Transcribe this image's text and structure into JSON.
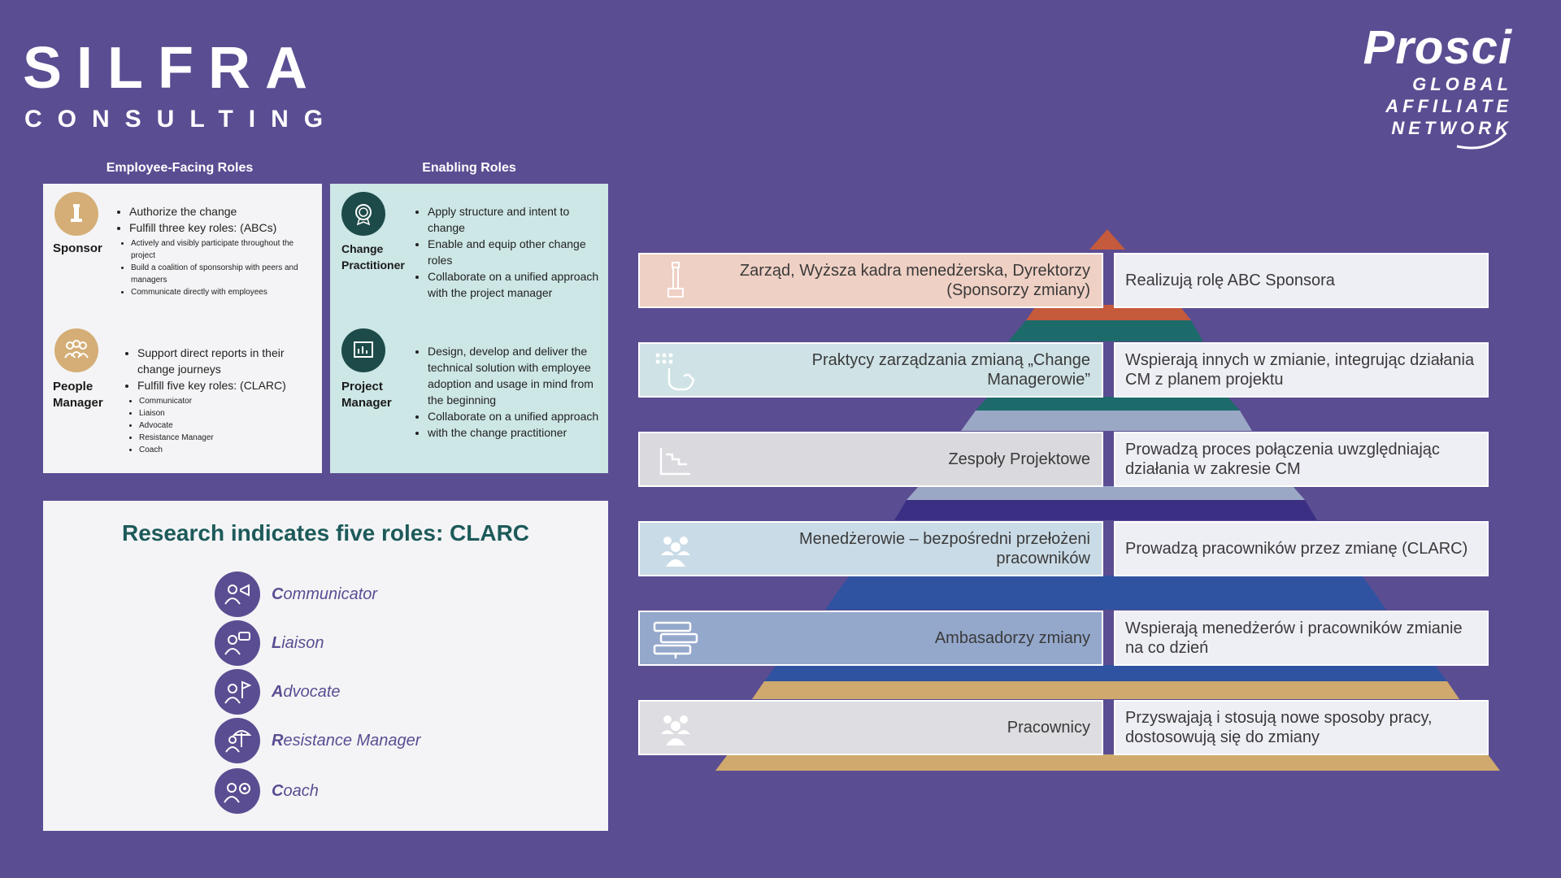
{
  "logos": {
    "silfra_line1": "SILFRA",
    "silfra_line2": "CONSULTING",
    "prosci_name": "Prosci",
    "prosci_line2": "GLOBAL",
    "prosci_line3": "AFFILIATE",
    "prosci_line4": "NETWORK"
  },
  "employee_facing": {
    "heading": "Employee-Facing Roles",
    "sponsor": {
      "name": "Sponsor",
      "icon": "chess-piece-icon",
      "bullets": [
        "Authorize the change",
        "Fulfill three key roles: (ABCs)"
      ],
      "sub_bullets": [
        "Actively and visibly participate throughout the project",
        "Build a coalition of sponsorship with peers and managers",
        "Communicate directly with employees"
      ]
    },
    "people_manager": {
      "name_line1": "People",
      "name_line2": "Manager",
      "icon": "people-group-icon",
      "bullets": [
        "Support direct reports in their change journeys",
        "Fulfill five key roles: (CLARC)"
      ],
      "sub_bullets": [
        "Communicator",
        "Liaison",
        "Advocate",
        "Resistance Manager",
        "Coach"
      ]
    }
  },
  "enabling": {
    "heading": "Enabling Roles",
    "change_practitioner": {
      "name_line1": "Change",
      "name_line2": "Practitioner",
      "icon": "award-icon",
      "bullets": [
        "Apply structure and intent to change",
        "Enable and equip other change roles",
        "Collaborate on a unified approach with the project manager"
      ]
    },
    "project_manager": {
      "name_line1": "Project",
      "name_line2": "Manager",
      "icon": "chart-board-icon",
      "bullets": [
        "Design, develop and deliver the technical solution with employee adoption and usage in mind from the beginning",
        "Collaborate on a unified approach",
        "with the change practitioner"
      ]
    }
  },
  "clarc": {
    "title": "Research indicates five roles: CLARC",
    "roles": [
      {
        "initial": "C",
        "rest": "ommunicator",
        "icon": "megaphone-person-icon"
      },
      {
        "initial": "L",
        "rest": "iaison",
        "icon": "speech-person-icon"
      },
      {
        "initial": "A",
        "rest": "dvocate",
        "icon": "flag-person-icon"
      },
      {
        "initial": "R",
        "rest": "esistance Manager",
        "icon": "umbrella-person-icon"
      },
      {
        "initial": "C",
        "rest": "oach",
        "icon": "target-person-icon"
      }
    ]
  },
  "pyramid": {
    "colors": {
      "top": "#c55a3c",
      "level2": "#1d6a6a",
      "level3": "#9aa8c6",
      "level4": "#3b2f84",
      "level5": "#2f53a0",
      "base": "#cfa96e"
    },
    "levels": [
      {
        "left": "Zarząd, Wyższa kadra menedżerska, Dyrektorzy (Sponsorzy zmiany)",
        "right": "Realizują rolę ABC Sponsora",
        "icon": "chess-piece-icon",
        "bg": "#efd0c4"
      },
      {
        "left": "Praktycy zarządzania zmianą „Change Managerowie”",
        "right": "Wspierają innych w zmianie, integrując działania CM z planem projektu",
        "icon": "hand-pointer-icon",
        "bg": "#cfe2e6"
      },
      {
        "left": "Zespoły Projektowe",
        "right": "Prowadzą proces połączenia uwzględniając działania w zakresie CM",
        "icon": "staircase-chart-icon",
        "bg": "#d9d9de"
      },
      {
        "left": "Menedżerowie – bezpośredni przełożeni pracowników",
        "right": "Prowadzą pracowników przez zmianę (CLARC)",
        "icon": "team-icon",
        "bg": "#c9dbe6"
      },
      {
        "left": "Ambasadorzy zmiany",
        "right": "Wspierają menedżerów i pracowników zmianie na co dzień",
        "icon": "sign-post-icon",
        "bg": "#94a8cc"
      },
      {
        "left": "Pracownicy",
        "right": "Przyswajają i stosują nowe sposoby pracy, dostosowują się do zmiany",
        "icon": "team-icon",
        "bg": "#dddde2"
      }
    ]
  }
}
